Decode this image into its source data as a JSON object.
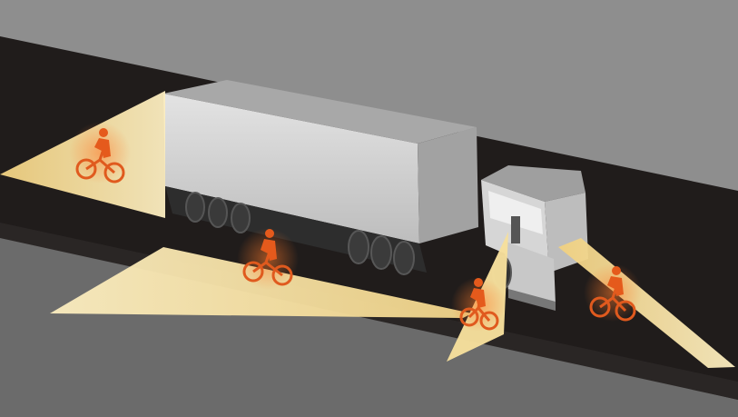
{
  "illustration": {
    "subject": "truck-blind-spots",
    "colors": {
      "ground_top": "#8f8f8f",
      "ground_bottom": "#6a6a6a",
      "road": "#1f1b1a",
      "trailer_top": "#b6b6b6",
      "trailer_side": "#d8d8d8",
      "trailer_end": "#a9a9a9",
      "cab": "#d2d2d2",
      "blind_spot_zone": "#f7e3a6",
      "cyclist": "#e05a1e"
    },
    "blind_spot_zones": [
      "rear",
      "left-side",
      "front",
      "right-side"
    ],
    "cyclists": [
      "rear-cyclist",
      "side-cyclist",
      "front-cyclist",
      "right-cyclist"
    ]
  }
}
